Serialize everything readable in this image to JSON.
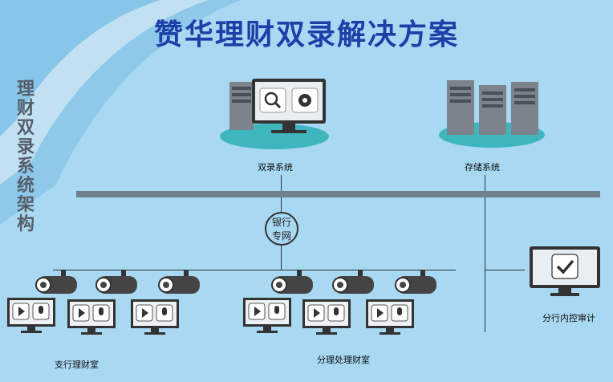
{
  "title": "赞华理财双录解决方案",
  "side_title": "理财双录系统架构",
  "nodes": {
    "record_system": "双录系统",
    "storage_system": "存储系统",
    "bank_network": "银行专网",
    "audit": "分行内控审计",
    "sub_branch": "支行理财室",
    "branch": "分理处理财室"
  },
  "colors": {
    "background": "#a8d8f2",
    "title": "#1f3fa8",
    "bus": "#6f7f8c"
  }
}
